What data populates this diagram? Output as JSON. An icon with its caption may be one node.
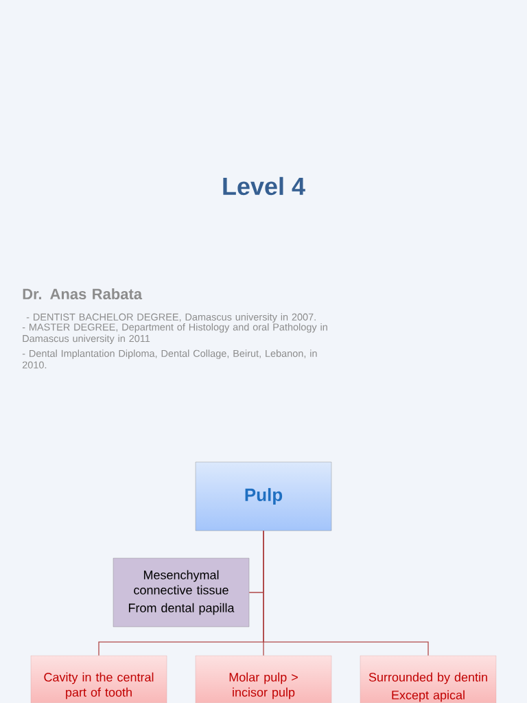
{
  "diagram": {
    "title": "Level 4",
    "nodes": [
      {
        "text": [
          "Pulp"
        ]
      },
      {
        "text": [
          "Mesenchymal connective tissue",
          "From dental papilla"
        ]
      },
      {
        "text": [
          "Cavity in the central part of tooth"
        ]
      },
      {
        "text": [
          "Molar pulp > incisor pulp"
        ]
      },
      {
        "text": [
          "Surrounded by dentin",
          "Except apical"
        ]
      }
    ],
    "edges": [
      {
        "from": 0,
        "to": 1,
        "arrow": "none"
      },
      {
        "from": 0,
        "to": 2,
        "arrow": "none"
      },
      {
        "from": 0,
        "to": 3,
        "arrow": "none"
      },
      {
        "from": 0,
        "to": 4,
        "arrow": "none"
      }
    ],
    "labels": [
      "Dr. Anas Rabata",
      "- DENTIST BACHELOR DEGREE, Damascus university in 2007.",
      "- MASTER DEGREE, Department of Histology and oral Pathology in Damascus university in 2011",
      "- Dental Implantation Diploma, Dental Collage, Beirut, Lebanon, in 2010."
    ]
  }
}
